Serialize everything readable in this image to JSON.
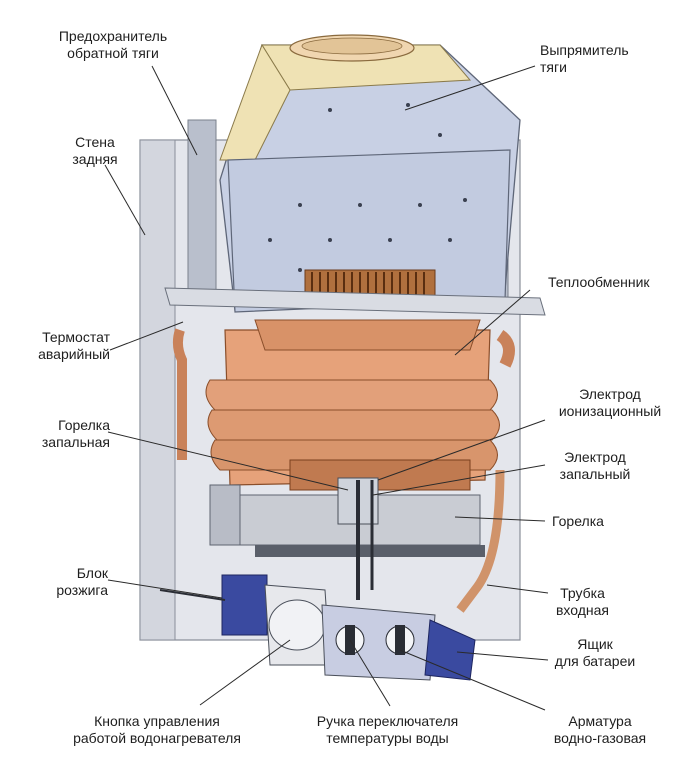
{
  "labels": {
    "draft_fuse": {
      "line1": "Предохранитель",
      "line2": "обратной тяги"
    },
    "draft_straightener": {
      "line1": "Выпрямитель",
      "line2": "тяги"
    },
    "back_wall": {
      "line1": "Стена",
      "line2": "задняя"
    },
    "heat_exchanger": {
      "line1": "Теплообменник"
    },
    "emergency_thermostat": {
      "line1": "Термостат",
      "line2": "аварийный"
    },
    "ionization_electrode": {
      "line1": "Электрод",
      "line2": "ионизационный"
    },
    "pilot_burner": {
      "line1": "Горелка",
      "line2": "запальная"
    },
    "ignition_electrode": {
      "line1": "Электрод",
      "line2": "запальный"
    },
    "burner": {
      "line1": "Горелка"
    },
    "ignition_unit": {
      "line1": "Блок",
      "line2": "розжига"
    },
    "inlet_pipe": {
      "line1": "Трубка",
      "line2": "входная"
    },
    "battery_box": {
      "line1": "Ящик",
      "line2": "для батареи"
    },
    "control_button": {
      "line1": "Кнопка управления",
      "line2": "работой водонагревателя"
    },
    "temp_knob": {
      "line1": "Ручка переключателя",
      "line2": "температуры воды"
    },
    "gas_water_valve": {
      "line1": "Арматура",
      "line2": "водно-газовая"
    }
  },
  "colors": {
    "leader": "#2a2a2a",
    "wall": "#e4e6ec",
    "hood": "#c8d0e4",
    "hood_top": "#efe2b4",
    "copper": "#d99a70",
    "copper_dark": "#a8613a",
    "burner": "#c9ccd3",
    "ignition_block": "#3a4aa0",
    "valve": "#c8cde2",
    "battery": "#3a4aa0"
  }
}
